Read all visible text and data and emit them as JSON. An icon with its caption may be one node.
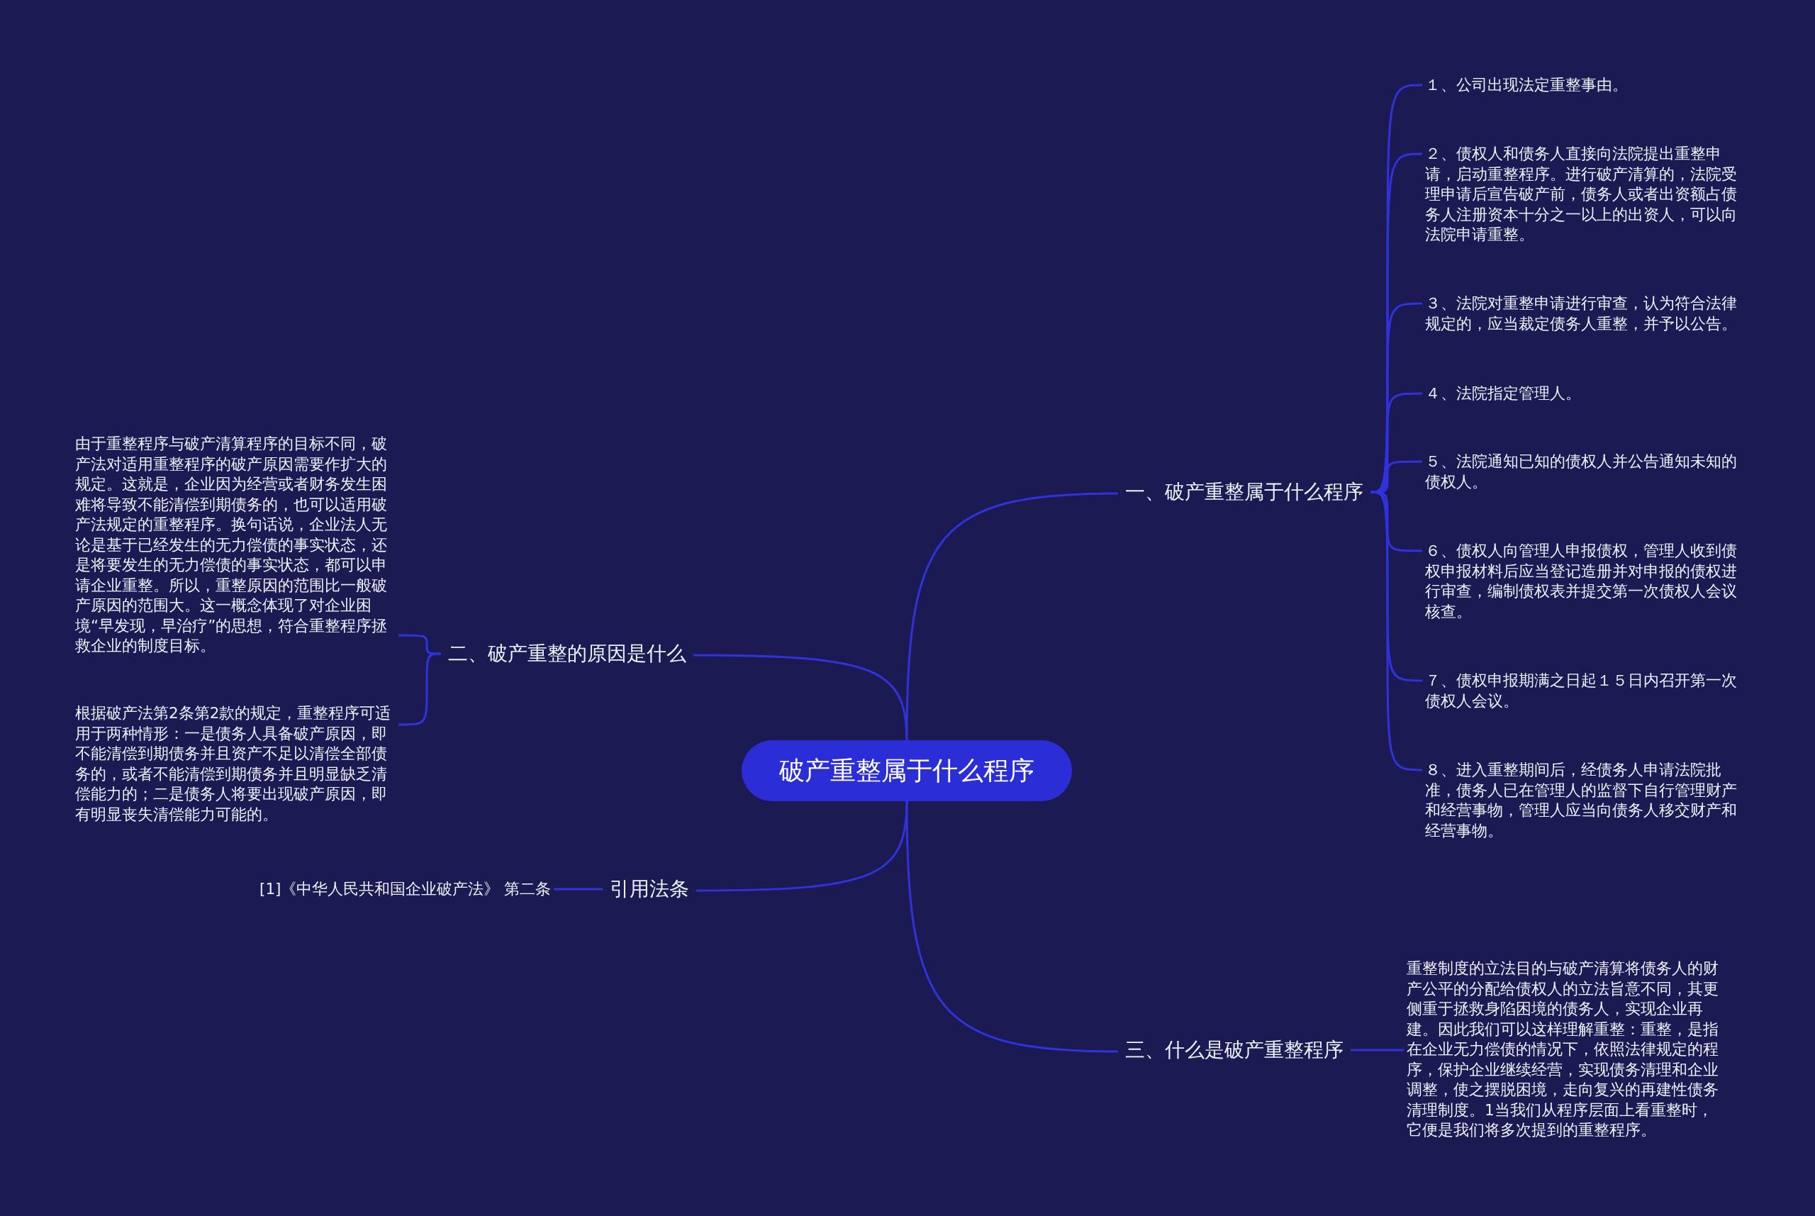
{
  "diagram": {
    "nodes": [
      {
        "text": [
          "破产重整属于什么程序"
        ]
      },
      {
        "text": [
          "一、破产重整属于什么程序"
        ]
      },
      {
        "text": [
          "１、公司出现法定重整事由。"
        ]
      },
      {
        "text": [
          "２、债权人和债务人直接向法院提出重整申请，启动重整程序。进行破产清算的，法院受理申请后宣告破产前，债务人或者出资额占债务人注册资本十分之一以上的出资人，可以向法院申请重整。"
        ]
      },
      {
        "text": [
          "３、法院对重整申请进行审查，认为符合法律规定的，应当裁定债务人重整，并予以公告。"
        ]
      },
      {
        "text": [
          "４、法院指定管理人。"
        ]
      },
      {
        "text": [
          "５、法院通知已知的债权人并公告通知未知的债权人。"
        ]
      },
      {
        "text": [
          "６、债权人向管理人申报债权，管理人收到债权申报材料后应当登记造册并对申报的债权进行审查，编制债权表并提交第一次债权人会议核查。"
        ]
      },
      {
        "text": [
          "７、债权申报期满之日起１５日内召开第一次债权人会议。"
        ]
      },
      {
        "text": [
          "８、进入重整期间后，经债务人申请法院批准，债务人已在管理人的监督下自行管理财产和经营事物，管理人应当向债务人移交财产和经营事物。"
        ]
      },
      {
        "text": [
          "二、破产重整的原因是什么"
        ]
      },
      {
        "text": [
          "由于重整程序与破产清算程序的目标不同，破产法对适用重整程序的破产原因需要作扩大的规定。这就是，企业因为经营或者财务发生困难将导致不能清偿到期债务的，也可以适用破产法规定的重整程序。换句话说，企业法人无论是基于已经发生的无力偿债的事实状态，还是将要发生的无力偿债的事实状态，都可以申请企业重整。所以，重整原因的范围比一般破产原因的范围大。这一概念体现了对企业困境“早发现，早治疗”的思想，符合重整程序拯救企业的制度目标。"
        ]
      },
      {
        "text": [
          "根据破产法第2条第2款的规定，重整程序可适用于两种情形：一是债务人具备破产原因，即不能清偿到期债务并且资产不足以清偿全部债务的，或者不能清偿到期债务并且明显缺乏清偿能力的；二是债务人将要出现破产原因，即有明显丧失清偿能力可能的。"
        ]
      },
      {
        "text": [
          "引用法条"
        ]
      },
      {
        "text": [
          "[1]《中华人民共和国企业破产法》 第二条"
        ]
      },
      {
        "text": [
          "三、什么是破产重整程序"
        ]
      },
      {
        "text": [
          "重整制度的立法目的与破产清算将债务人的财产公平的分配给债权人的立法旨意不同，其更侧重于拯救身陷困境的债务人，实现企业再建。因此我们可以这样理解重整：重整，是指在企业无力偿债的情况下，依照法律规定的程序，保护企业继续经营，实现债务清理和企业调整，使之摆脱困境，走向复兴的再建性债务清理制度。1当我们从程序层面上看重整时，它便是我们将多次提到的重整程序。"
        ]
      }
    ],
    "edges": [
      {
        "from": 0,
        "to": 1,
        "arrow": "none"
      },
      {
        "from": 1,
        "to": 2,
        "arrow": "none"
      },
      {
        "from": 1,
        "to": 3,
        "arrow": "none"
      },
      {
        "from": 1,
        "to": 4,
        "arrow": "none"
      },
      {
        "from": 1,
        "to": 5,
        "arrow": "none"
      },
      {
        "from": 1,
        "to": 6,
        "arrow": "none"
      },
      {
        "from": 1,
        "to": 7,
        "arrow": "none"
      },
      {
        "from": 1,
        "to": 8,
        "arrow": "none"
      },
      {
        "from": 1,
        "to": 9,
        "arrow": "none"
      },
      {
        "from": 0,
        "to": 10,
        "arrow": "none"
      },
      {
        "from": 10,
        "to": 11,
        "arrow": "none"
      },
      {
        "from": 10,
        "to": 12,
        "arrow": "none"
      },
      {
        "from": 0,
        "to": 13,
        "arrow": "none"
      },
      {
        "from": 13,
        "to": 14,
        "arrow": "none"
      },
      {
        "from": 0,
        "to": 15,
        "arrow": "none"
      },
      {
        "from": 15,
        "to": 16,
        "arrow": "none"
      }
    ]
  }
}
